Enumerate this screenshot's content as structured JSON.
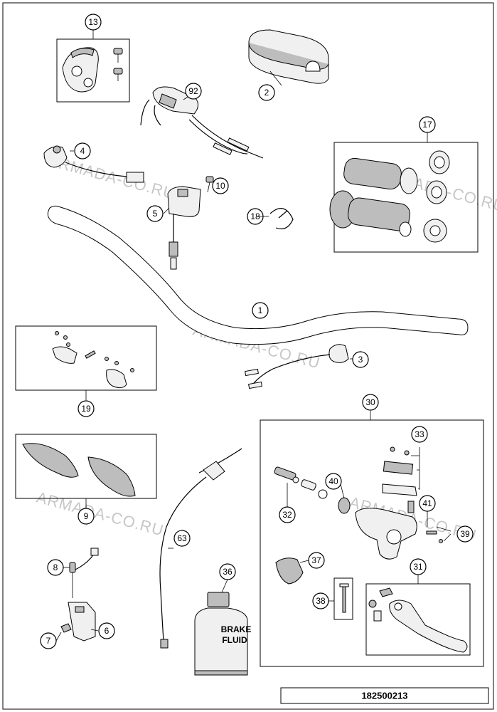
{
  "diagram_number": "182500213",
  "watermark": "ARMADA-CO.RU",
  "bottle_label_line1": "BRAKE",
  "bottle_label_line2": "FLUID",
  "callouts": {
    "c1": "1",
    "c2": "2",
    "c3": "3",
    "c4": "4",
    "c5": "5",
    "c6": "6",
    "c7": "7",
    "c8": "8",
    "c9": "9",
    "c10": "10",
    "c13": "13",
    "c17": "17",
    "c18": "18",
    "c19": "19",
    "c30": "30",
    "c31": "31",
    "c32": "32",
    "c33": "33",
    "c36": "36",
    "c37": "37",
    "c38": "38",
    "c39": "39",
    "c40": "40",
    "c41": "41",
    "c63": "63",
    "c92": "92"
  },
  "colors": {
    "line": "#000000",
    "fill_light": "#f0f0f0",
    "fill_mid": "#bdbdbd",
    "background": "#ffffff"
  }
}
